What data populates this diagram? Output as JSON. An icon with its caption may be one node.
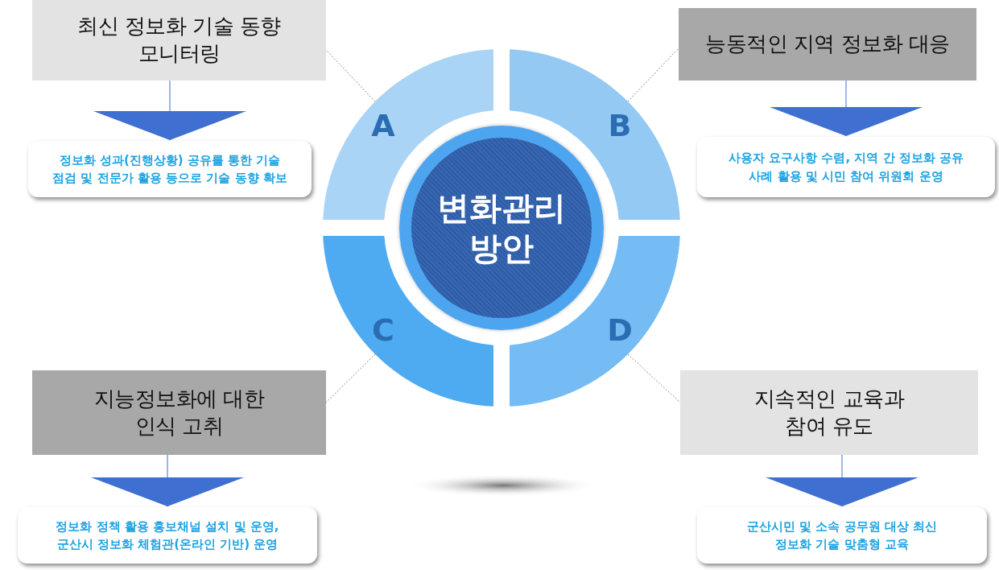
{
  "diagram": {
    "nodes": [
      {
        "text": [
          "변화관리 방안"
        ]
      },
      {
        "text": [
          "A"
        ]
      },
      {
        "text": [
          "B"
        ]
      },
      {
        "text": [
          "C"
        ]
      },
      {
        "text": [
          "D"
        ]
      },
      {
        "text": [
          "최신 정보화 기술 동향 모니터링"
        ]
      },
      {
        "text": [
          "정보화 성과(진행상황) 공유를 통한 기술 점검 및 전문가 활용 등으로 기술 동향 확보"
        ]
      },
      {
        "text": [
          "능동적인 지역 정보화 대응"
        ]
      },
      {
        "text": [
          "사용자 요구사항 수렴, 지역 간 정보화 공유 사례 활용 및 시민 참여 위원회 운영"
        ]
      },
      {
        "text": [
          "지능정보화에 대한 인식 고취"
        ]
      },
      {
        "text": [
          "정보화 정책 활용 홍보채널 설치 및 운영, 군산시 정보화 체험관(온라인 기반) 운영"
        ]
      },
      {
        "text": [
          "지속적인 교육과 참여 유도"
        ]
      },
      {
        "text": [
          "군산시민 및 소속 공무원 대상 최신 정보화 기술 맞춤형 교육"
        ]
      }
    ],
    "edges": [
      {
        "from": 1,
        "to": 5,
        "arrow": "none",
        "style": "dashed"
      },
      {
        "from": 2,
        "to": 7,
        "arrow": "none",
        "style": "dashed"
      },
      {
        "from": 3,
        "to": 9,
        "arrow": "none",
        "style": "dashed"
      },
      {
        "from": 4,
        "to": 11,
        "arrow": "none",
        "style": "dashed"
      },
      {
        "from": 5,
        "to": 6,
        "arrow": "to"
      },
      {
        "from": 7,
        "to": 8,
        "arrow": "to"
      },
      {
        "from": 9,
        "to": 10,
        "arrow": "to"
      },
      {
        "from": 11,
        "to": 12,
        "arrow": "to"
      }
    ]
  }
}
